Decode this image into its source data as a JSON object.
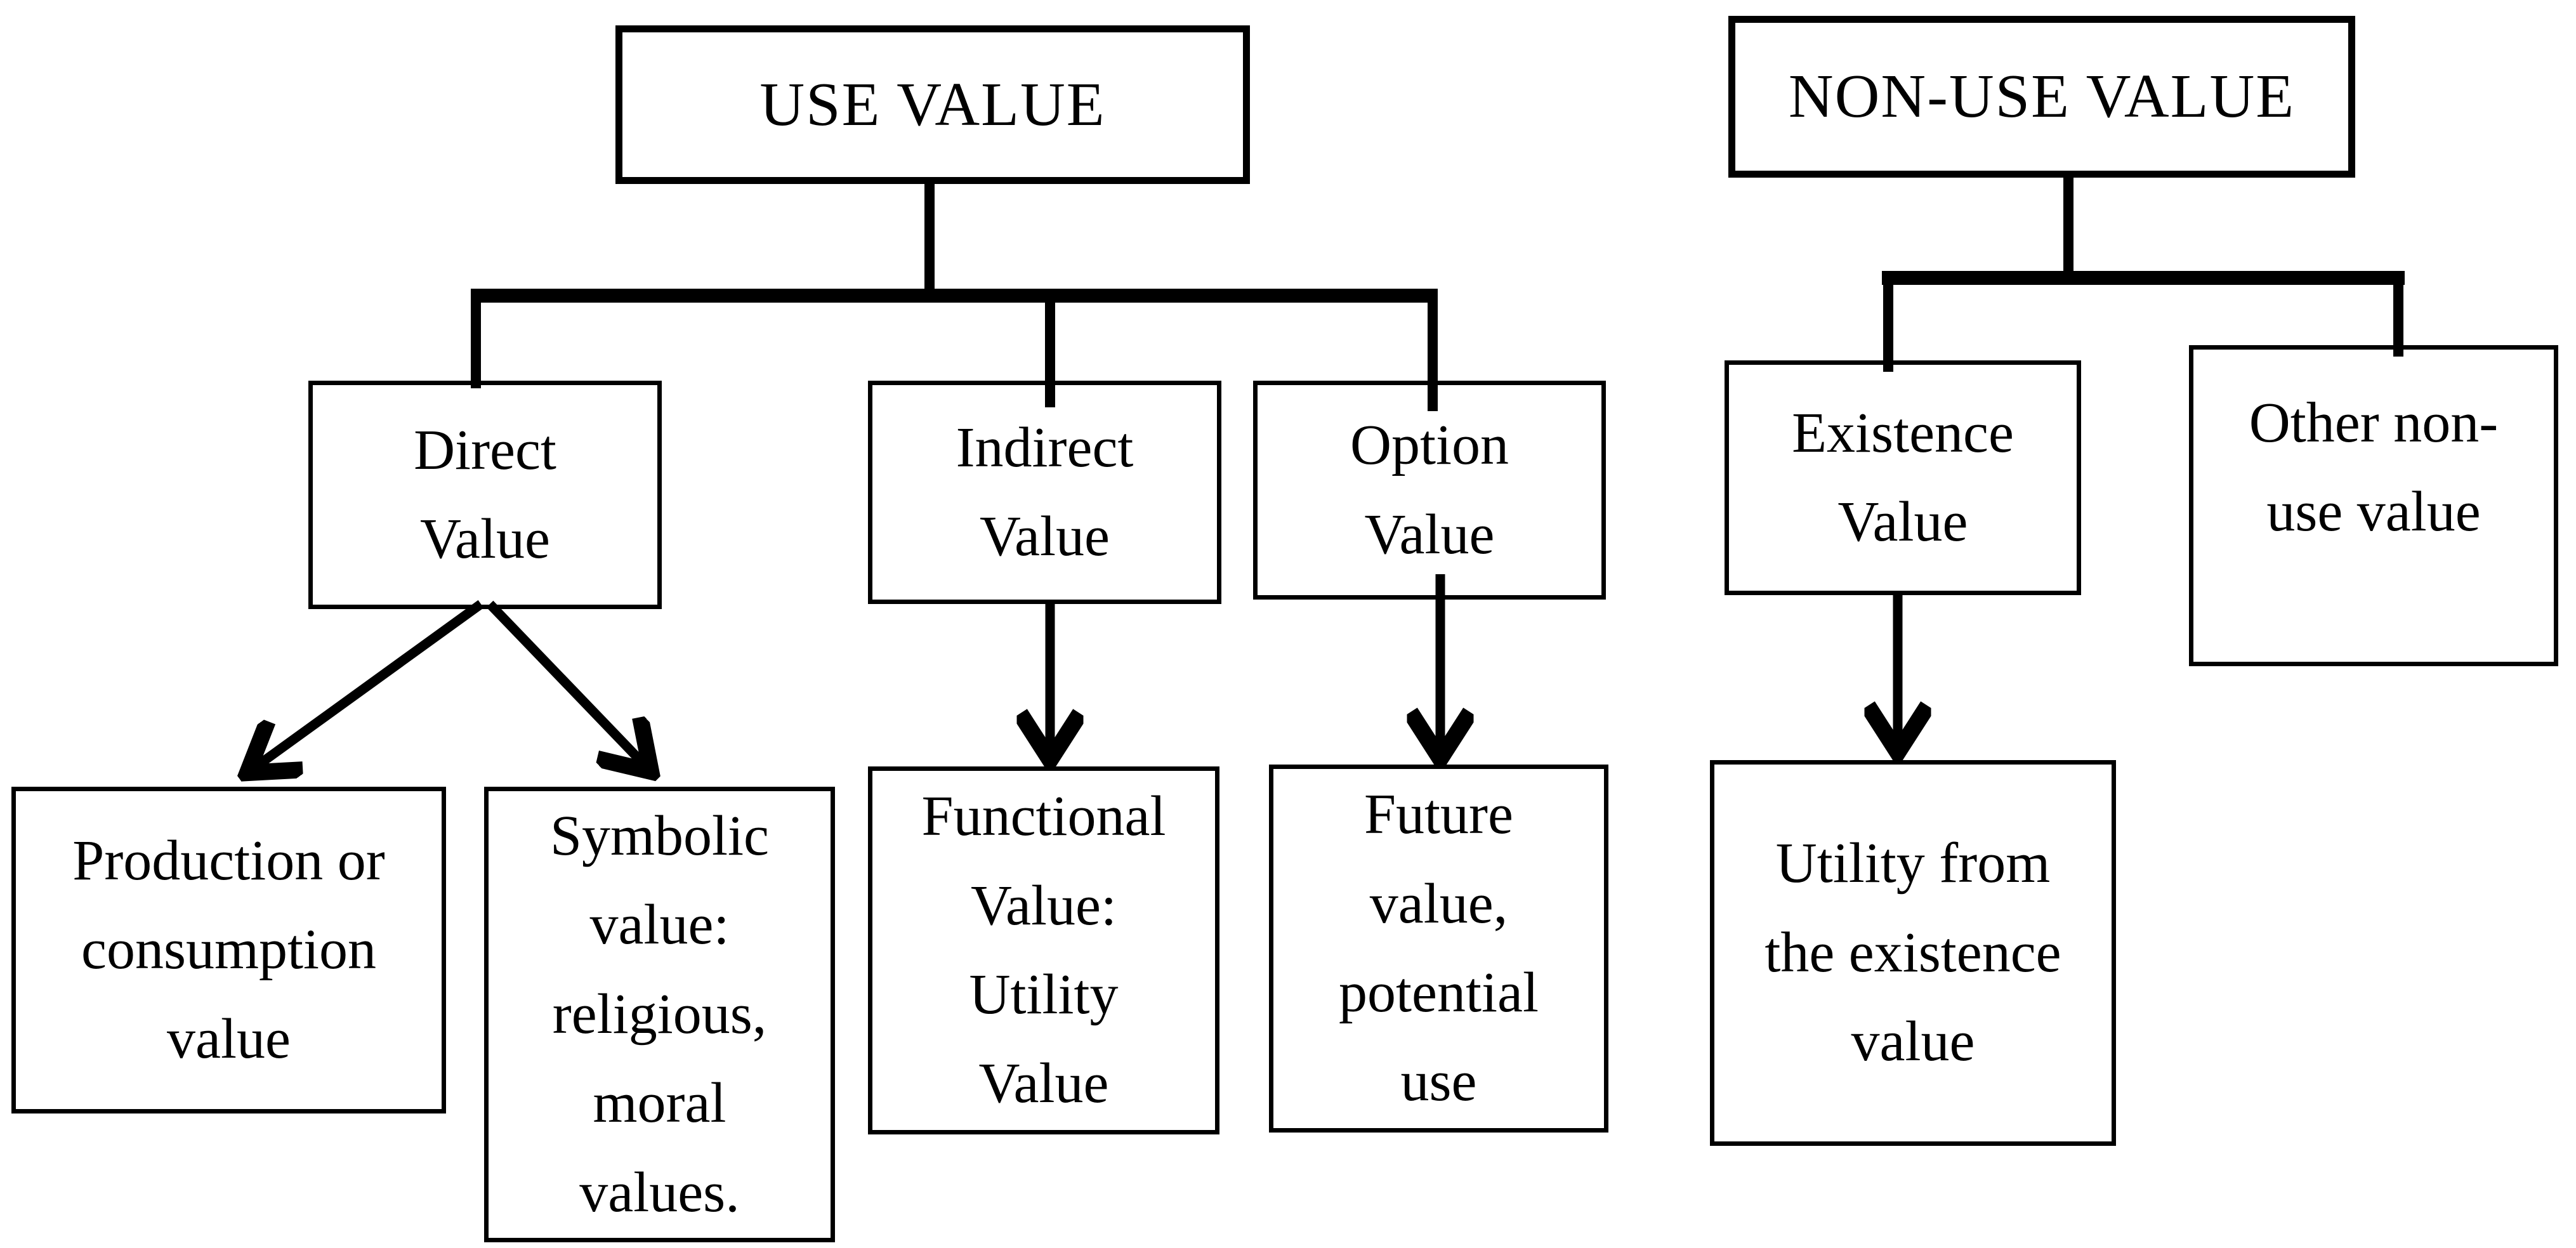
{
  "figure": {
    "background_color": "#ffffff",
    "line_color": "#000000",
    "nodes": {
      "use_value": {
        "lines": [
          "USE VALUE"
        ]
      },
      "non_use_value": {
        "lines": [
          "NON-USE VALUE"
        ]
      },
      "direct": {
        "lines": [
          "Direct",
          "Value"
        ]
      },
      "indirect": {
        "lines": [
          "Indirect",
          "Value"
        ]
      },
      "option": {
        "lines": [
          "Option",
          "Value"
        ]
      },
      "existence": {
        "lines": [
          "Existence",
          "Value"
        ]
      },
      "other_non_use": {
        "lines": [
          "Other non-",
          "use value"
        ]
      },
      "production": {
        "lines": [
          "Production or",
          "consumption",
          "value"
        ]
      },
      "symbolic": {
        "lines": [
          "Symbolic",
          "value:",
          "religious,",
          "moral",
          "values."
        ]
      },
      "functional": {
        "lines": [
          "Functional",
          "Value:",
          "Utility",
          "Value"
        ]
      },
      "future": {
        "lines": [
          "Future",
          "value,",
          "potential",
          "use"
        ]
      },
      "utility_existence": {
        "lines": [
          "Utility from",
          "the existence",
          "value"
        ]
      }
    },
    "edges": [
      {
        "from": "use_value",
        "to": "direct",
        "style": "elbow"
      },
      {
        "from": "use_value",
        "to": "indirect",
        "style": "elbow"
      },
      {
        "from": "use_value",
        "to": "option",
        "style": "elbow"
      },
      {
        "from": "non_use_value",
        "to": "existence",
        "style": "elbow"
      },
      {
        "from": "non_use_value",
        "to": "other_non_use",
        "style": "elbow"
      },
      {
        "from": "direct",
        "to": "production",
        "style": "arrow"
      },
      {
        "from": "direct",
        "to": "symbolic",
        "style": "arrow"
      },
      {
        "from": "indirect",
        "to": "functional",
        "style": "arrow"
      },
      {
        "from": "option",
        "to": "future",
        "style": "arrow"
      },
      {
        "from": "existence",
        "to": "utility_existence",
        "style": "arrow"
      }
    ]
  }
}
